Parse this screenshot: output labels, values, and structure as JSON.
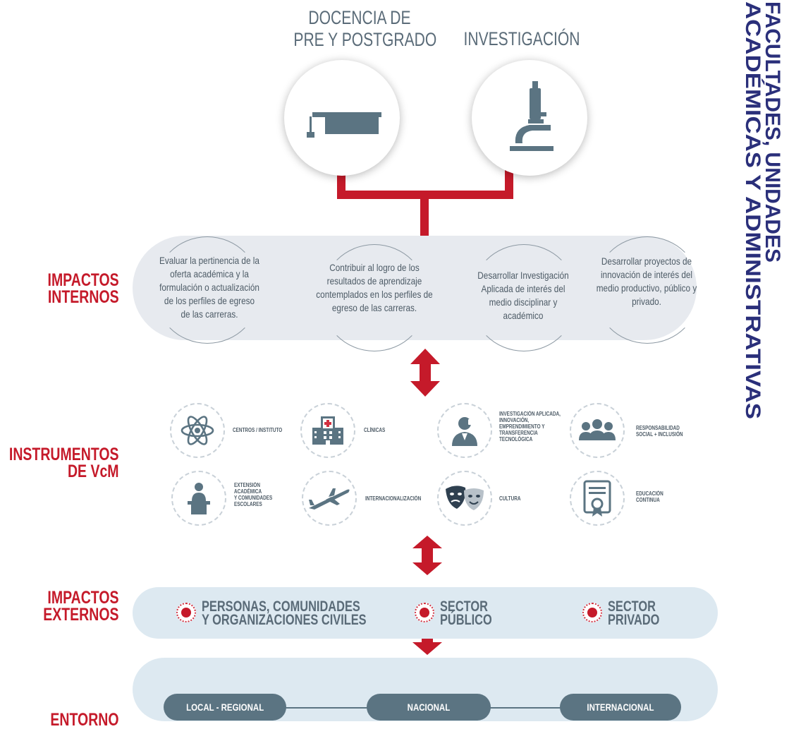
{
  "top": {
    "docencia_line1": "DOCENCIA DE",
    "docencia_line2": "PRE Y POSTGRADO",
    "investigacion": "INVESTIGACIÓN"
  },
  "side_title": {
    "line1": "FACULTADES, UNIDADES",
    "line2": "ACADÉMICAS Y ADMINISTRATIVAS"
  },
  "left_labels": {
    "impactos_internos": [
      "IMPACTOS",
      "INTERNOS"
    ],
    "instrumentos": [
      "INSTRUMENTOS",
      "DE VcM"
    ],
    "impactos_externos": [
      "IMPACTOS",
      "EXTERNOS"
    ],
    "entorno": "ENTORNO"
  },
  "internal_impacts": [
    "Evaluar la pertinencia de la oferta académica y la formulación o actualización de los perfiles de egreso de las carreras.",
    "Contribuir al logro de los resultados de aprendizaje contemplados en los perfiles de egreso de las carreras.",
    "Desarrollar Investigación Aplicada de interés del medio disciplinar y académico",
    "Desarrollar proyectos de innovación de interés del medio productivo, público y privado."
  ],
  "instruments": {
    "centros": "CENTROS / INSTITUTO",
    "clinicas": "CLÍNICAS",
    "investigacion": [
      "INVESTIGACIÓN APLICADA,",
      "INNOVACIÓN,",
      "EMPRENDIMIENTO Y",
      "TRANSFERENCIA",
      "TECNOLÓGICA"
    ],
    "responsabilidad": [
      "RESPONSABILIDAD",
      "SOCIAL + INCLUSIÓN"
    ],
    "extension": [
      "EXTENSIÓN",
      "ACADÉMICA",
      "Y COMUNIDADES",
      "ESCOLARES"
    ],
    "internacionalizacion": "INTERNACIONALIZACIÓN",
    "cultura": "CULTURA",
    "educacion": [
      "EDUCACIÓN",
      "CONTINUA"
    ]
  },
  "external_impacts": [
    [
      "PERSONAS, COMUNIDADES",
      "Y ORGANIZACIONES CIVILES"
    ],
    [
      "SECTOR",
      "PÚBLICO"
    ],
    [
      "SECTOR",
      "PRIVADO"
    ]
  ],
  "entorno": [
    "LOCAL - REGIONAL",
    "NACIONAL",
    "INTERNACIONAL"
  ],
  "colors": {
    "accent_red": "#c51a2a",
    "slate": "#5b7482",
    "text_gray": "#4d5b66",
    "band_gray": "#e7eaef",
    "band_blue": "#dde9f1",
    "side_title": "#2a2f7a"
  }
}
